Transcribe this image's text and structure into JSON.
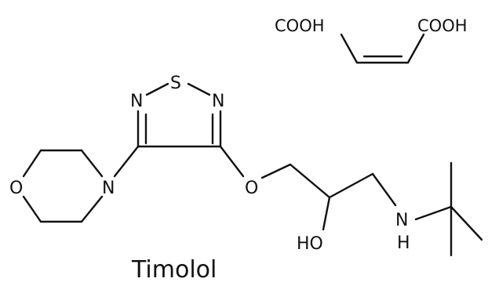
{
  "caption": "Timolol",
  "atoms": {
    "thiadiazole_s": "S",
    "thiadiazole_n_left": "N",
    "thiadiazole_n_right": "N",
    "morpholine_o": "O",
    "morpholine_n": "N",
    "ether_o": "O",
    "hydroxyl": "HO",
    "amine_n": "N",
    "amine_h": "H"
  },
  "maleic_acid": {
    "left_group": "COOH",
    "right_group": "COOH"
  }
}
